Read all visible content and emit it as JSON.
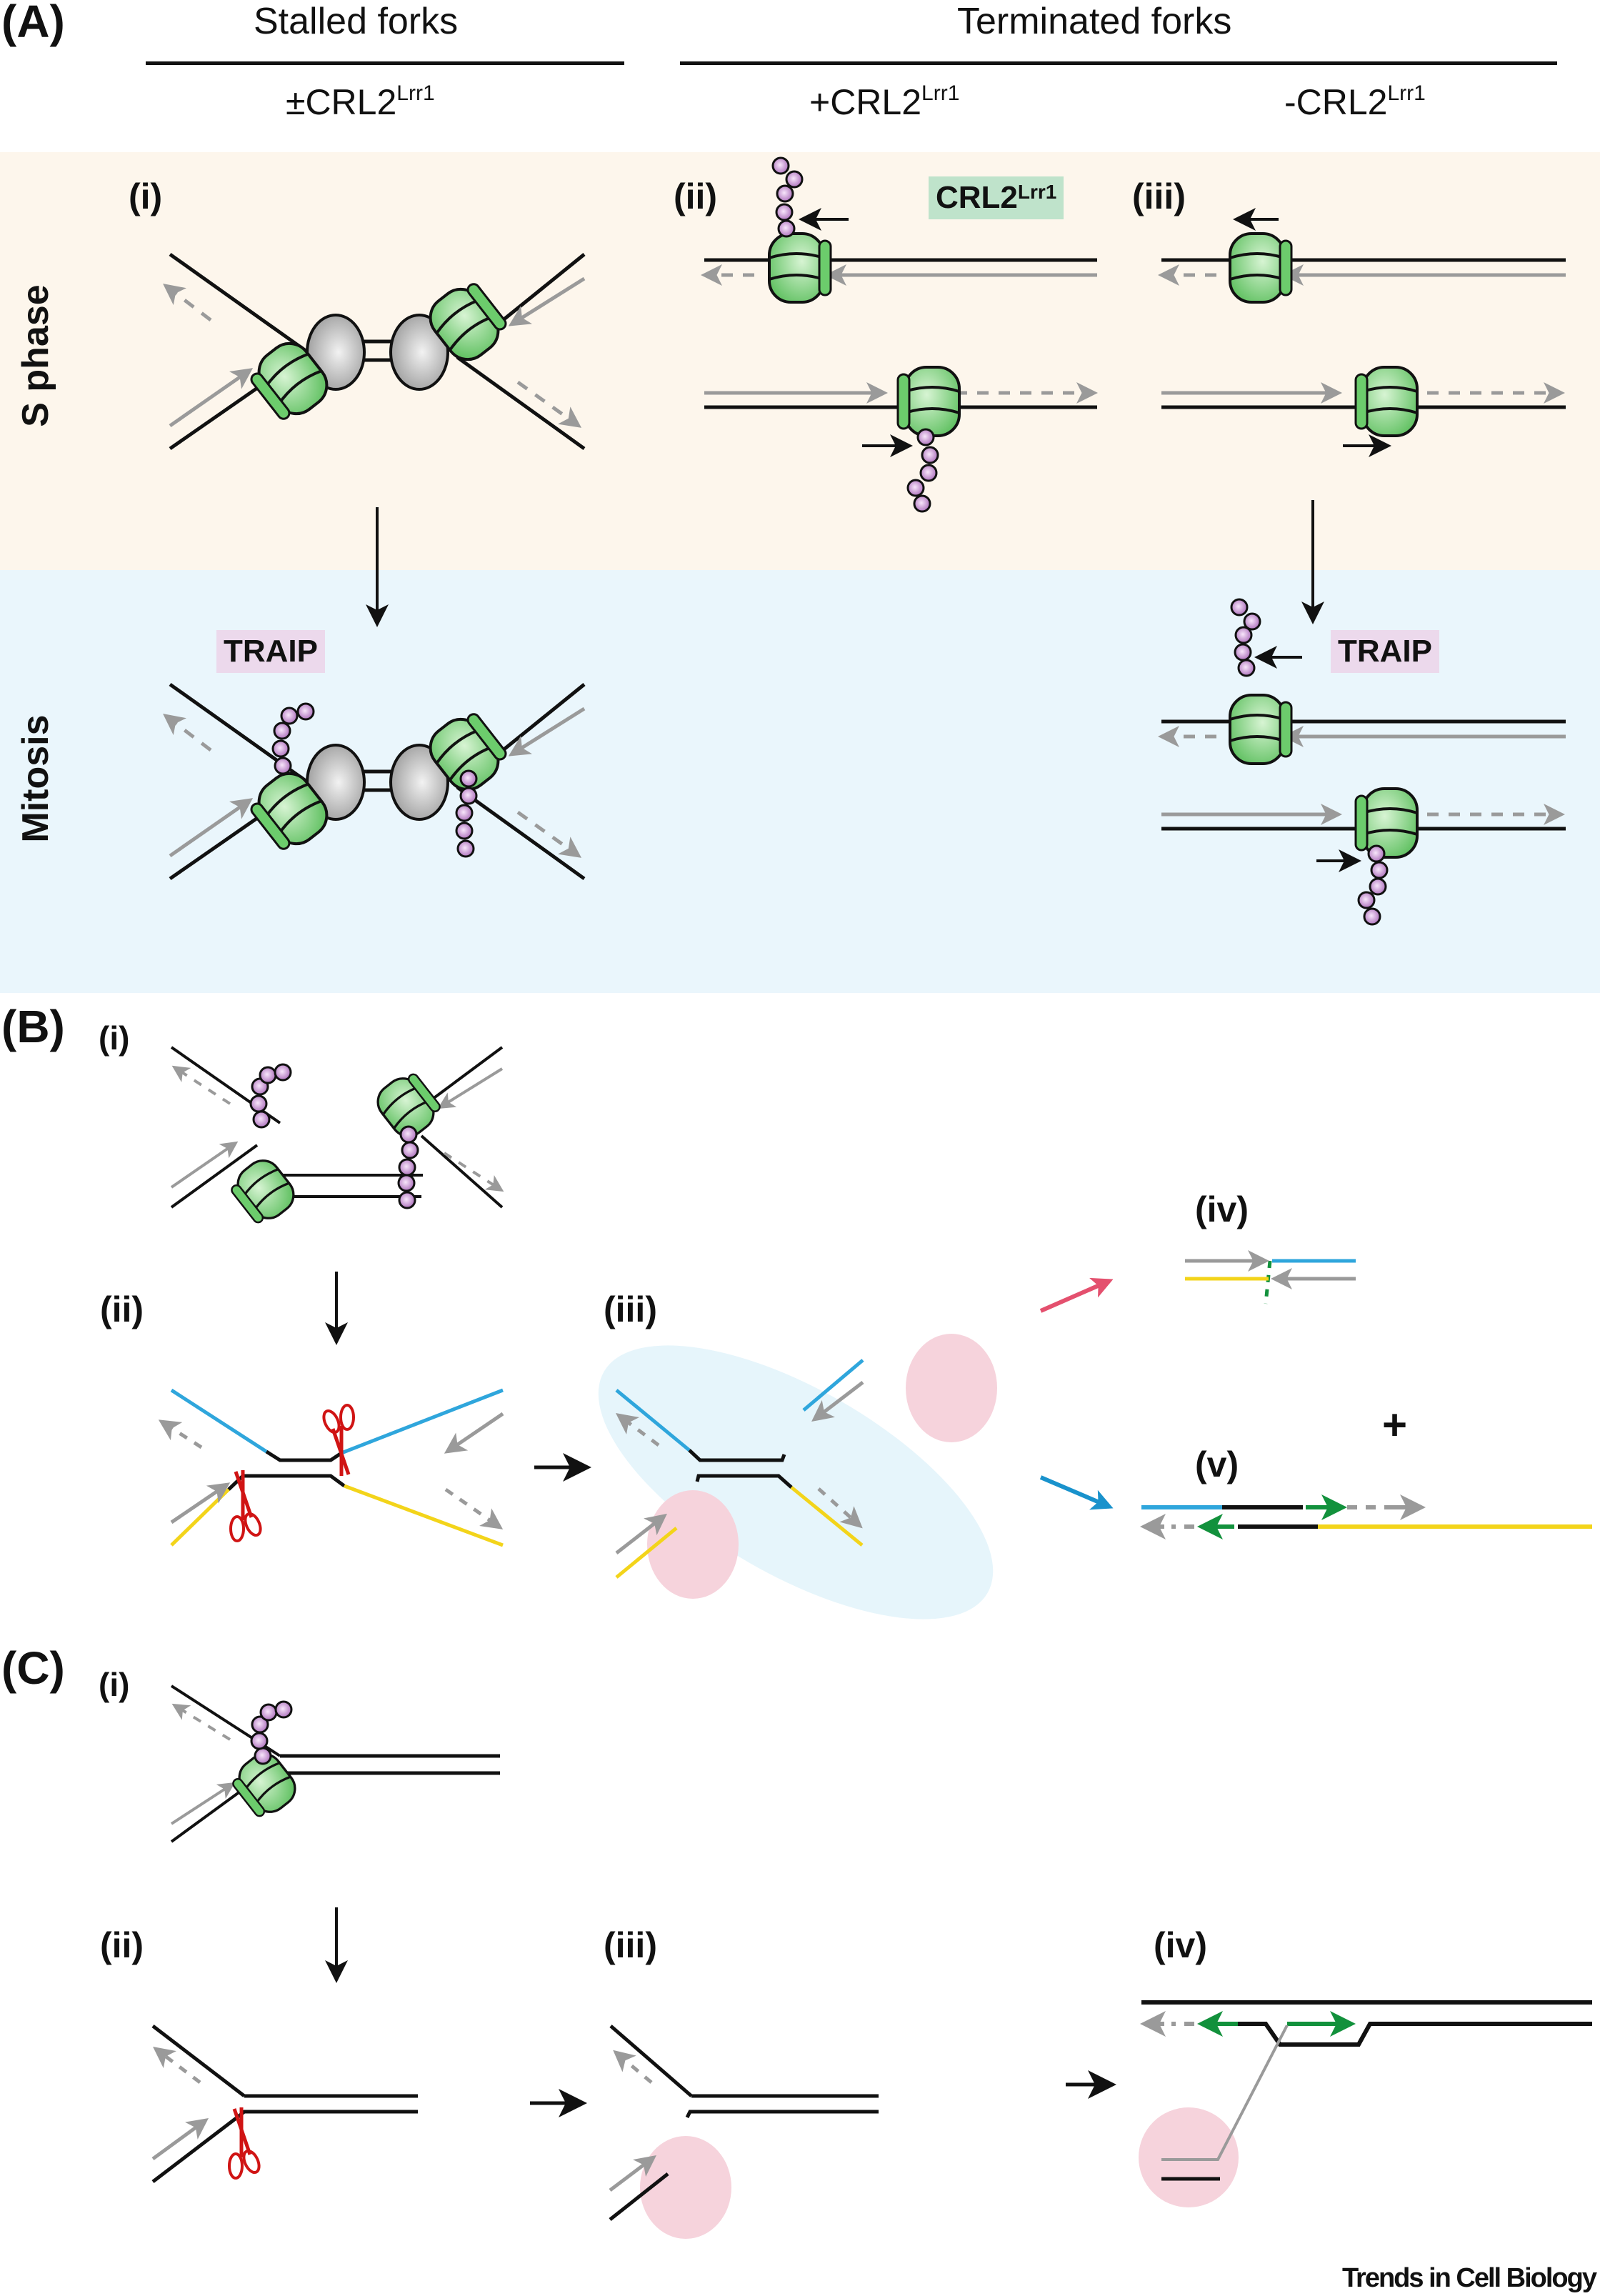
{
  "panels": {
    "A": {
      "label": "(A)",
      "headers": {
        "stalled": "Stalled forks",
        "terminated": "Terminated forks"
      },
      "conditions": [
        {
          "prefix": "±CRL2",
          "sup": "Lrr1"
        },
        {
          "prefix": "+CRL2",
          "sup": "Lrr1"
        },
        {
          "prefix": "-CRL2",
          "sup": "Lrr1"
        }
      ],
      "phases": {
        "s_phase": "S phase",
        "mitosis": "Mitosis"
      },
      "subpanels": [
        "(i)",
        "(ii)",
        "(iii)"
      ],
      "tags": {
        "crl2": {
          "prefix": "CRL2",
          "sup": "Lrr1"
        },
        "traip_left": "TRAIP",
        "traip_right": "TRAIP"
      }
    },
    "B": {
      "label": "(B)",
      "subpanels": [
        "(i)",
        "(ii)",
        "(iii)",
        "(iv)",
        "(v)"
      ],
      "plus": "+"
    },
    "C": {
      "label": "(C)",
      "subpanels": [
        "(i)",
        "(ii)",
        "(iii)",
        "(iv)"
      ]
    }
  },
  "colors": {
    "s_phase_bg": "#fdf6ec",
    "mitosis_bg": "#eaf6fc",
    "cmg_green": "#7fd17f",
    "ubiquitin_purple": "#c48fd0",
    "crl2_tag_bg": "#bfe3cb",
    "traip_tag_bg": "#ecd9ec",
    "blue_strand": "#2fa6dc",
    "yellow_strand": "#f3d41a",
    "green_strand": "#12913c",
    "grey_strand": "#9a9a9a",
    "scissors_red": "#d01414",
    "pink_blob": "#f6d3dc",
    "blue_blob": "#e6f5fb",
    "red_arrow": "#e4506e",
    "blue_arrow": "#1992cc"
  },
  "footer": "Trends in Cell Biology"
}
